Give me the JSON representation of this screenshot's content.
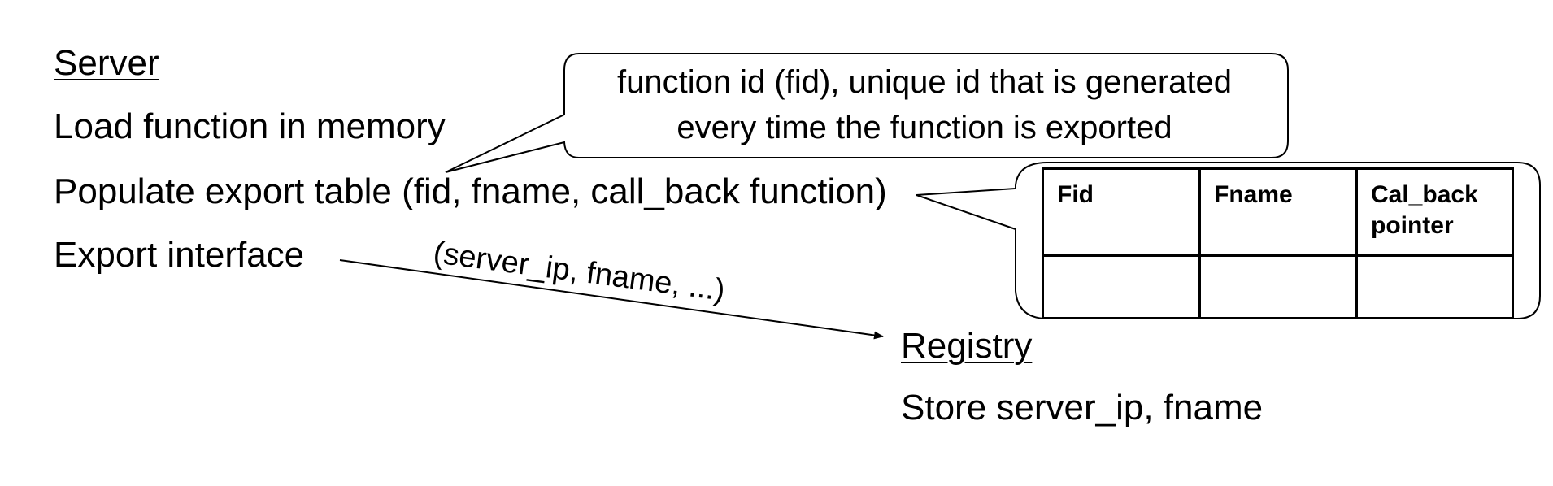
{
  "server": {
    "title": "Server",
    "steps": [
      "Load function in memory",
      "Populate export table (fid, fname, call_back function)",
      "Export interface"
    ]
  },
  "fid_callout": {
    "lines": [
      "function id (fid), unique id that is generated",
      "every time the function is exported"
    ]
  },
  "export_table": {
    "headers": [
      "Fid",
      "Fname",
      "Cal_back pointer"
    ],
    "rows": [
      [
        "",
        "",
        ""
      ]
    ]
  },
  "arrow_label": "(server_ip, fname, ...)",
  "registry": {
    "title": "Registry",
    "action": "Store server_ip, fname"
  }
}
